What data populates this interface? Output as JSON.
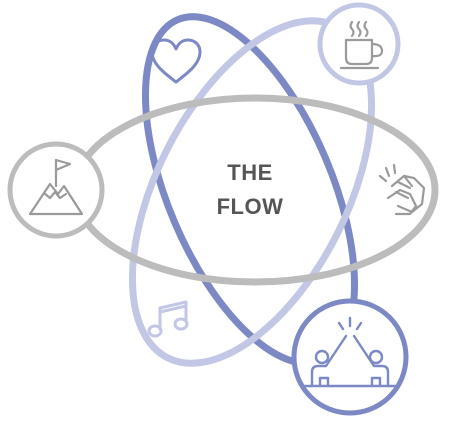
{
  "center": {
    "line1": "THE",
    "line2": "FLOW"
  },
  "colors": {
    "gray": "#bcbcbc",
    "blue": "#7c89c4",
    "light_blue": "#c3c7e6",
    "icon_gray": "#9a9a9a",
    "text": "#555555"
  },
  "nodes": [
    {
      "id": "mountain",
      "icon": "mountain-flag-icon"
    },
    {
      "id": "heart",
      "icon": "heart-icon"
    },
    {
      "id": "coffee",
      "icon": "coffee-cup-icon"
    },
    {
      "id": "clap",
      "icon": "clapping-hands-icon"
    },
    {
      "id": "music",
      "icon": "music-note-icon"
    },
    {
      "id": "high-five",
      "icon": "high-five-icon"
    }
  ]
}
